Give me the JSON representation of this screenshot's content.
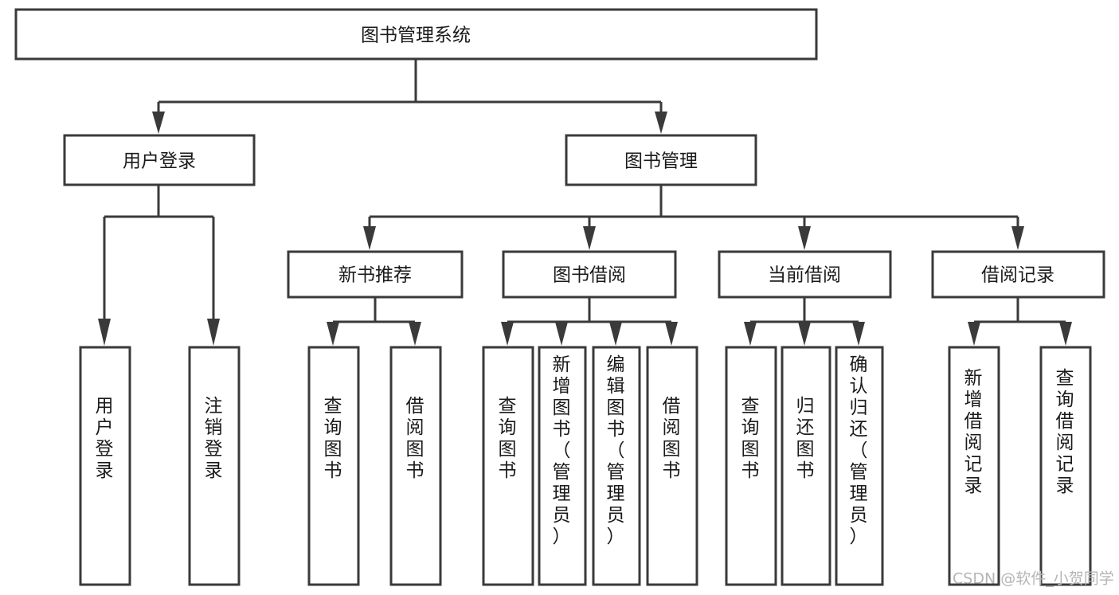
{
  "diagram": {
    "type": "tree-hierarchy-chart",
    "title": "图书管理系统",
    "root": {
      "id": "root",
      "label": "图书管理系统"
    },
    "level1": [
      {
        "id": "user-login",
        "label": "用户登录"
      },
      {
        "id": "book-management",
        "label": "图书管理"
      }
    ],
    "level2": [
      {
        "id": "new-book-recommend",
        "label": "新书推荐",
        "parent": "book-management"
      },
      {
        "id": "book-borrow",
        "label": "图书借阅",
        "parent": "book-management"
      },
      {
        "id": "current-borrow",
        "label": "当前借阅",
        "parent": "book-management"
      },
      {
        "id": "borrow-record",
        "label": "借阅记录",
        "parent": "book-management"
      }
    ],
    "leaves": [
      {
        "id": "leaf-user-login",
        "label": "用户登录",
        "parent": "user-login"
      },
      {
        "id": "leaf-logout-login",
        "label": "注销登录",
        "parent": "user-login"
      },
      {
        "id": "leaf-query-book-1",
        "label": "查询图书",
        "parent": "new-book-recommend"
      },
      {
        "id": "leaf-borrow-book-1",
        "label": "借阅图书",
        "parent": "new-book-recommend"
      },
      {
        "id": "leaf-query-book-2",
        "label": "查询图书",
        "parent": "book-borrow"
      },
      {
        "id": "leaf-add-book",
        "label": "新增图书（管理员）",
        "parent": "book-borrow"
      },
      {
        "id": "leaf-edit-book",
        "label": "编辑图书（管理员）",
        "parent": "book-borrow"
      },
      {
        "id": "leaf-borrow-book-2",
        "label": "借阅图书",
        "parent": "book-borrow"
      },
      {
        "id": "leaf-query-book-3",
        "label": "查询图书",
        "parent": "current-borrow"
      },
      {
        "id": "leaf-return-book",
        "label": "归还图书",
        "parent": "current-borrow"
      },
      {
        "id": "leaf-confirm-return",
        "label": "确认归还（管理员）",
        "parent": "current-borrow"
      },
      {
        "id": "leaf-add-borrow-record",
        "label": "新增借阅记录",
        "parent": "borrow-record"
      },
      {
        "id": "leaf-query-borrow-record",
        "label": "查询借阅记录",
        "parent": "borrow-record"
      }
    ],
    "colors": {
      "box_fill": "#ffffff",
      "box_stroke": "#3a3a3a",
      "text": "#1a1a1a",
      "background": "#ffffff",
      "watermark": "#b5b5b5"
    }
  },
  "watermark": {
    "text": "CSDN @软件_小贺同学"
  }
}
